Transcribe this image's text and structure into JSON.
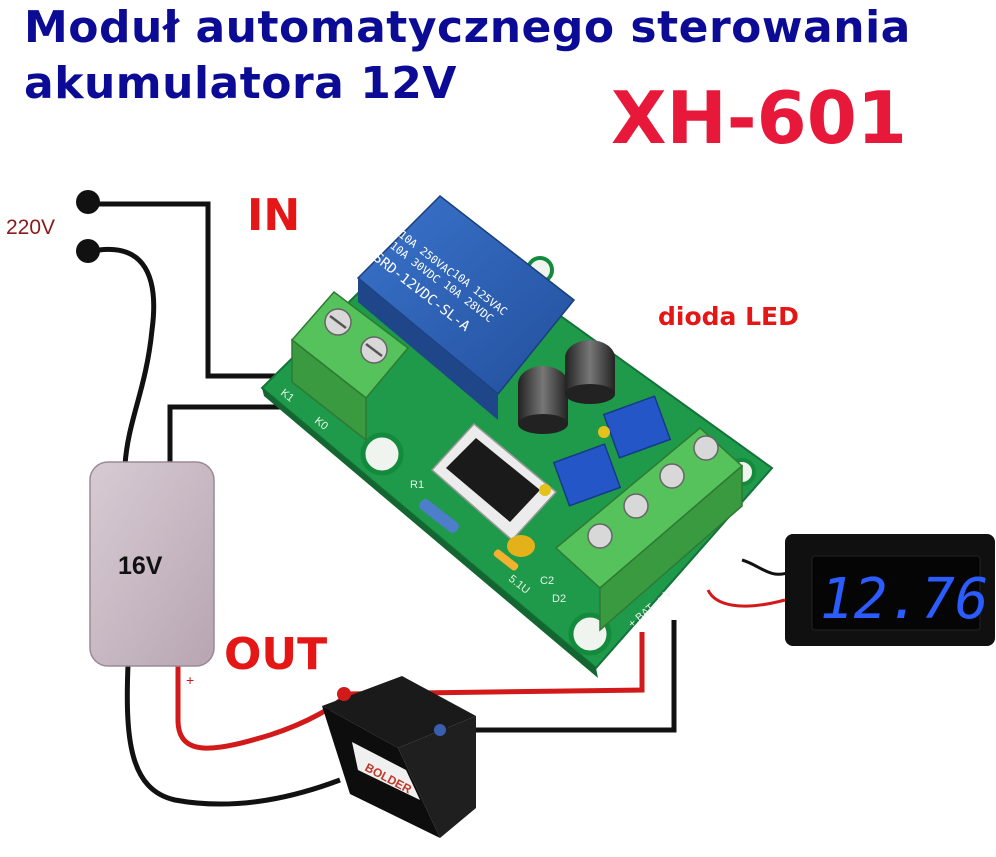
{
  "title": {
    "line1": "Moduł automatycznego sterowania",
    "line2": "akumulatora  12V"
  },
  "model": "XH-601",
  "labels": {
    "in": "IN",
    "out": "OUT",
    "diode": "dioda  LED",
    "mains": "220V",
    "psu": "16V",
    "plus_mark": "+"
  },
  "relay": {
    "line1": "10A 250VAC",
    "line2": "10A  30VDC",
    "line3": "SRD-12VDC-SL-A",
    "line4": "10A 125VAC",
    "line5": "10A  28VDC"
  },
  "board_marks": {
    "k1": "K1",
    "k0": "K0",
    "r1": "R1",
    "c2": "C2",
    "d2": "D2",
    "zener": "5.1U",
    "terminal": "+ BAT-  + V -"
  },
  "voltmeter": {
    "reading": "12.76"
  },
  "battery": {
    "brand": "BOLDER"
  },
  "colors": {
    "title": "#0b0b96",
    "model": "#e8183a",
    "label_red": "#e41616",
    "pcb": "#1e9a4a",
    "relay": "#2e62b8",
    "terminal": "#43b049",
    "display_digits": "#2b5cff",
    "wire_red": "#d21a1a",
    "wire_black": "#111111",
    "psu": "#c8b9c3"
  }
}
